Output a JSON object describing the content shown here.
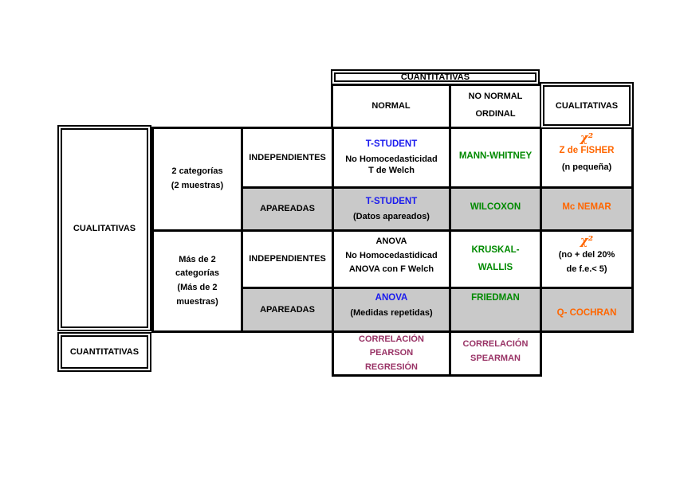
{
  "colors": {
    "blue": "#1A1AEE",
    "green": "#008A00",
    "orange": "#FF6600",
    "plum": "#993366",
    "gray_fill": "#C9C9C9",
    "border": "#000000"
  },
  "headers": {
    "cuantitativas_top": "CUANTITATIVAS",
    "normal": "NORMAL",
    "no_normal": "NO NORMAL",
    "ordinal": "ORDINAL",
    "cualitativas_right": "CUALITATIVAS",
    "cualitativas_left": "CUALITATIVAS",
    "cuantitativas_bottom_left": "CUANTITATIVAS"
  },
  "row_labels": {
    "two_categories_line1": "2 categorías",
    "two_categories_line2": "(2 muestras)",
    "more_than_two_line1": "Más de 2",
    "more_than_two_line2": "categorías",
    "more_than_two_line3": "(Más de 2",
    "more_than_two_line4": "muestras)",
    "independientes": "INDEPENDIENTES",
    "apareadas": "APAREADAS"
  },
  "cells": {
    "ind2_normal": {
      "title": "T-STUDENT",
      "line1": "No Homocedasticidad",
      "line2": "T de Welch"
    },
    "ind2_nonormal": {
      "title": "MANN-WHITNEY"
    },
    "ind2_cualitativas": {
      "chi": "χ²",
      "title": "Z de FISHER",
      "note": "(n pequeña)"
    },
    "apa2_normal": {
      "title": "T-STUDENT",
      "note": "(Datos apareados)"
    },
    "apa2_nonormal": {
      "title": "WILCOXON"
    },
    "apa2_cualitativas": {
      "title": "Mc NEMAR"
    },
    "indm_normal": {
      "line1": "ANOVA",
      "line2": "No Homocedastidicad",
      "line3": "ANOVA con F Welch"
    },
    "indm_nonormal": {
      "line1": "KRUSKAL-",
      "line2": "WALLIS"
    },
    "indm_cualitativas": {
      "chi": "χ²",
      "line1": "(no + del 20%",
      "line2": "de f.e.< 5)"
    },
    "apam_normal": {
      "title": "ANOVA",
      "note": "(Medidas repetidas)"
    },
    "apam_nonormal": {
      "title": "FRIEDMAN"
    },
    "apam_cualitativas": {
      "title": "Q- COCHRAN"
    },
    "cuant_normal": {
      "line1": "CORRELACIÓN",
      "line2": "PEARSON",
      "line3": "REGRESIÓN"
    },
    "cuant_nonormal": {
      "line1": "CORRELACIÓN",
      "line2": "SPEARMAN"
    }
  }
}
